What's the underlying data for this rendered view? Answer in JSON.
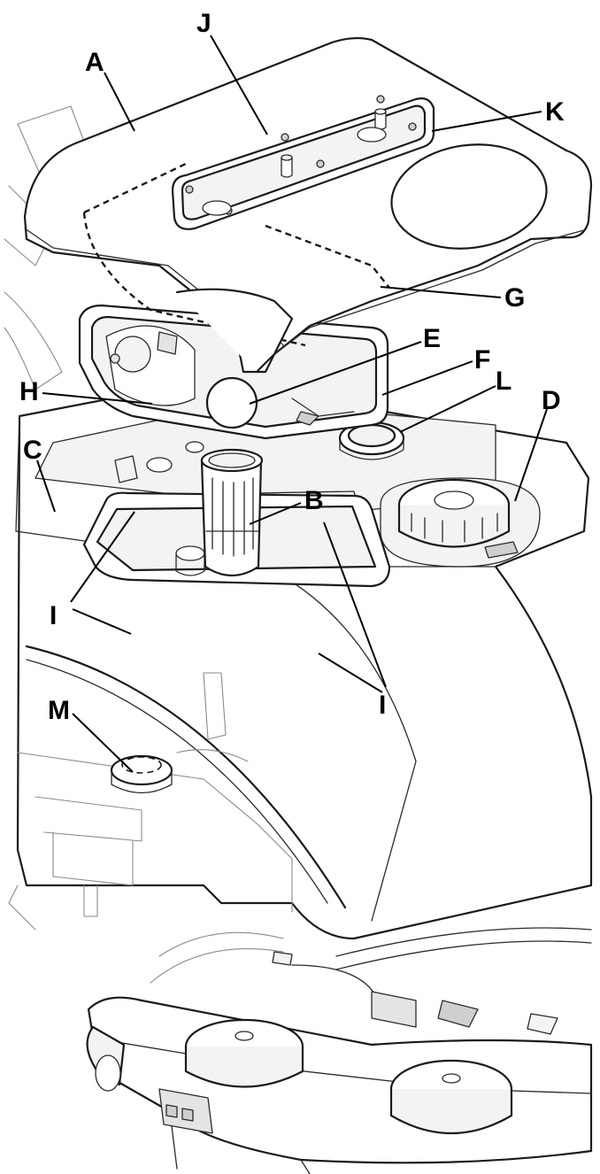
{
  "diagram": {
    "callouts": [
      {
        "id": "A",
        "text": "A"
      },
      {
        "id": "B",
        "text": "B"
      },
      {
        "id": "C",
        "text": "C"
      },
      {
        "id": "D",
        "text": "D"
      },
      {
        "id": "E",
        "text": "E"
      },
      {
        "id": "F",
        "text": "F"
      },
      {
        "id": "G",
        "text": "G"
      },
      {
        "id": "H",
        "text": "H"
      },
      {
        "id": "I1",
        "text": "I"
      },
      {
        "id": "I2",
        "text": "I"
      },
      {
        "id": "J",
        "text": "J"
      },
      {
        "id": "K",
        "text": "K"
      },
      {
        "id": "L",
        "text": "L"
      },
      {
        "id": "M",
        "text": "M"
      }
    ]
  }
}
